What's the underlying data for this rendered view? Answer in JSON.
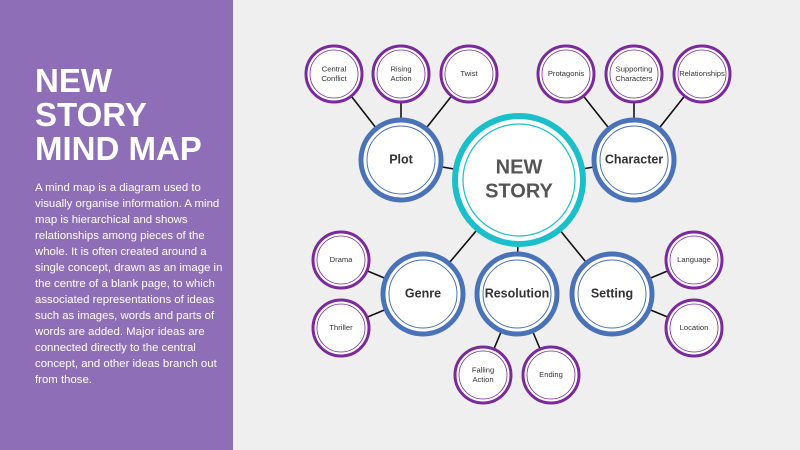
{
  "title_lines": [
    "NEW",
    "STORY",
    "MIND MAP"
  ],
  "description": "A mind map is a diagram used to visually organise information. A mind map is hierarchical and shows relationships among pieces of the whole. It is often created around a single concept, drawn as an image in the centre of a blank page, to which associated representations of ideas such as images, words and parts of words are added. Major ideas are connected directly to the central concept, and other ideas branch out from those.",
  "colors": {
    "sidebar": "#8e6fb7",
    "background": "#efefef",
    "center_ring": "#1bbfc9",
    "main_ring": "#4a72b8",
    "leaf_ring": "#7a2a9a",
    "line": "#111111"
  },
  "center": {
    "lines": [
      "NEW",
      "STORY"
    ]
  },
  "branches": {
    "plot": {
      "label": "Plot",
      "children": [
        {
          "lines": [
            "Central",
            "Conflict"
          ]
        },
        {
          "lines": [
            "Rising",
            "Action"
          ]
        },
        {
          "lines": [
            "Twist"
          ]
        }
      ]
    },
    "character": {
      "label": "Character",
      "children": [
        {
          "lines": [
            "Protagonis"
          ]
        },
        {
          "lines": [
            "Supporting",
            "Characters"
          ]
        },
        {
          "lines": [
            "Relationships"
          ]
        }
      ]
    },
    "genre": {
      "label": "Genre",
      "children": [
        {
          "lines": [
            "Drama"
          ]
        },
        {
          "lines": [
            "Thriller"
          ]
        }
      ]
    },
    "resolution": {
      "label": "Resolution",
      "children": [
        {
          "lines": [
            "Falling",
            "Action"
          ]
        },
        {
          "lines": [
            "Ending"
          ]
        }
      ]
    },
    "setting": {
      "label": "Setting",
      "children": [
        {
          "lines": [
            "Language"
          ]
        },
        {
          "lines": [
            "Location"
          ]
        }
      ]
    }
  }
}
